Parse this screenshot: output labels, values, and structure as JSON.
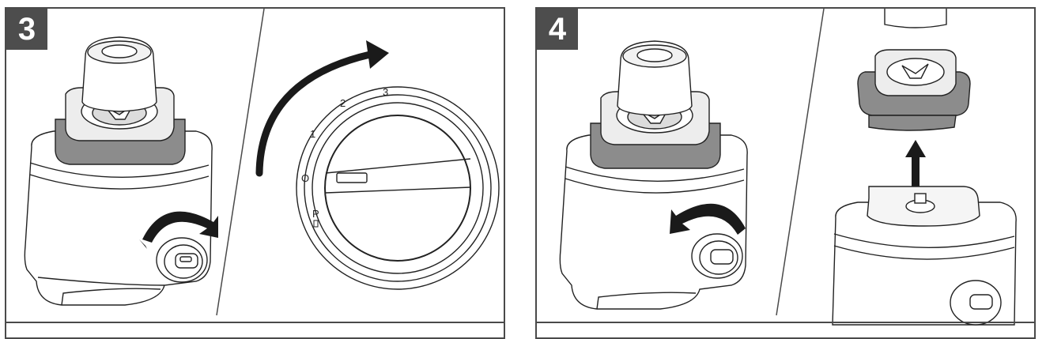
{
  "steps": [
    {
      "number": "3",
      "dial": {
        "labels": [
          "P",
          "O",
          "1",
          "2",
          "3"
        ]
      }
    },
    {
      "number": "4"
    }
  ],
  "colors": {
    "frame": "#4a4a4a",
    "badge": "#4d4d4d",
    "lid_grey": "#8c8c8c",
    "arrow": "#1a1a1a"
  },
  "icons": [
    "rotate-arrows-icon",
    "curved-arrow-icon",
    "up-arrow-icon",
    "pulse-icon"
  ]
}
